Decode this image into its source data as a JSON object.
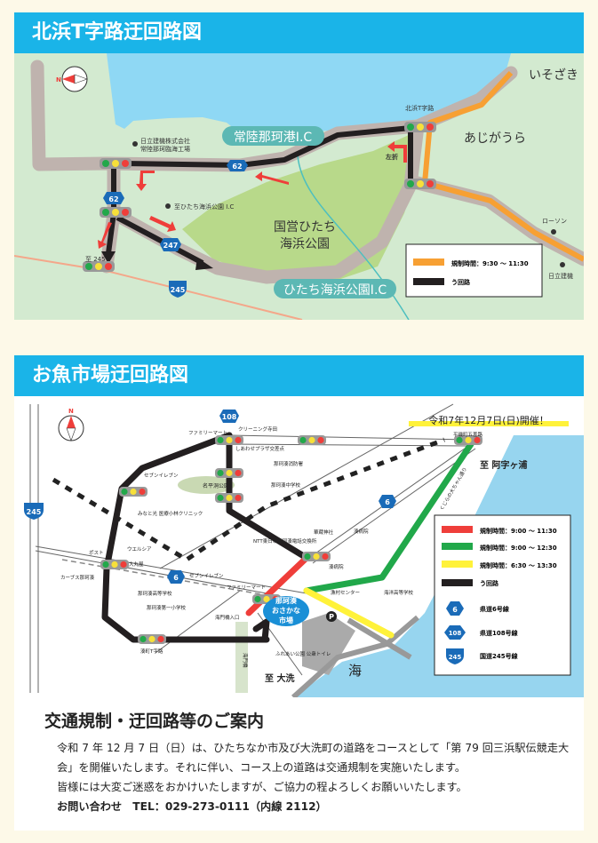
{
  "map1": {
    "title": "北浜T字路迂回路図",
    "labels": {
      "ic1": "常陸那珂港I.C",
      "ic2": "ひたち海浜公園I.C",
      "park1": "国営ひたち",
      "park2": "海浜公園",
      "isozaki": "いそざき",
      "ajigaura": "あじがうら",
      "tjunction": "北浜T字路",
      "left_turn": "左折",
      "hitachi1": "日立建機株式会社",
      "hitachi2": "常陸那珂臨海工場",
      "to_ic": "至ひたち海浜公園 I.C",
      "to245": "至 245",
      "lawson": "ローソン",
      "hitachi_kenki": "日立建機",
      "compass": "N"
    },
    "shields": [
      "62",
      "62",
      "247",
      "245"
    ],
    "legend": [
      {
        "label": "規制時間：9:30 ～ 11:30",
        "color": "#f7a033"
      },
      {
        "label": "う回路",
        "color": "#231f20"
      }
    ]
  },
  "map2": {
    "title": "お魚市場迂回路図",
    "event": "令和7年12月7日(日)開催！",
    "labels": {
      "compass": "N",
      "to_ajigaura": "至 阿字ヶ浦",
      "to_oarai": "至 大洗",
      "sea": "海",
      "market1": "那珂湊",
      "market2": "おさかな",
      "market3": "市場",
      "parking": "P",
      "familymart1": "ファミリーマート",
      "familymart2": "ファミリーマート",
      "seven1": "セブンイレブン",
      "seven2": "セブンイレブン",
      "welcia": "ウエルシア",
      "post": "ポスト",
      "carbs": "カーブス那珂湊",
      "taimaru": "大丸屋",
      "park": "名平洞公園",
      "cleaning": "クリーニング寺田",
      "shiawase": "しあわせプラザ交差点",
      "jhs": "那珂湊中学校",
      "hs": "那珂湊高等学校",
      "es": "那珂湊第一小学校",
      "fishery": "漁村センター",
      "toilet": "ふれあい公園 公衆トイレ",
      "tjunc": "湊町T字路",
      "hiraiso": "平磯町五差路",
      "fire": "那珂湊消防署",
      "shrine": "華蔵神社",
      "clinic": "みなと光 医療小林クリニック",
      "ntt": "NTT東日本那珂湊電話交換所",
      "kujira": "くじらの大ちゃん通り",
      "kaimon": "海門橋",
      "kaimon_entrance": "海門橋入口",
      "hospital": "湊病院",
      "oarai_hs": "海洋高等学校"
    },
    "shields": [
      "108",
      "6",
      "6",
      "245"
    ],
    "legend": [
      {
        "label": "規制時間：9:00 ～ 11:30",
        "color": "#ef3e3a"
      },
      {
        "label": "規制時間：9:00 ～ 12:30",
        "color": "#21a84a"
      },
      {
        "label": "規制時間：6:30 ～ 13:30",
        "color": "#fff23a"
      },
      {
        "label": "う回路",
        "color": "#231f20"
      },
      {
        "label": "県道6号線",
        "shield": "6"
      },
      {
        "label": "県道108号線",
        "shield": "108"
      },
      {
        "label": "国道245号線",
        "shield": "245"
      }
    ]
  },
  "notice": {
    "title": "交通規制・迂回路等のご案内",
    "p1": "令和 7 年 12 月 7 日（日）は、ひたちなか市及び大洗町の道路をコースとして「第 79 回三浜駅伝競走大会」を開催いたします。それに伴い、コース上の道路は交通規制を実施いたします。",
    "p2": "皆様には大変ご迷惑をおかけいたしますが、ご協力の程よろしくお願いいたします。",
    "contact": "お問い合わせ　TEL：029-273-0111（内線 2112）"
  }
}
